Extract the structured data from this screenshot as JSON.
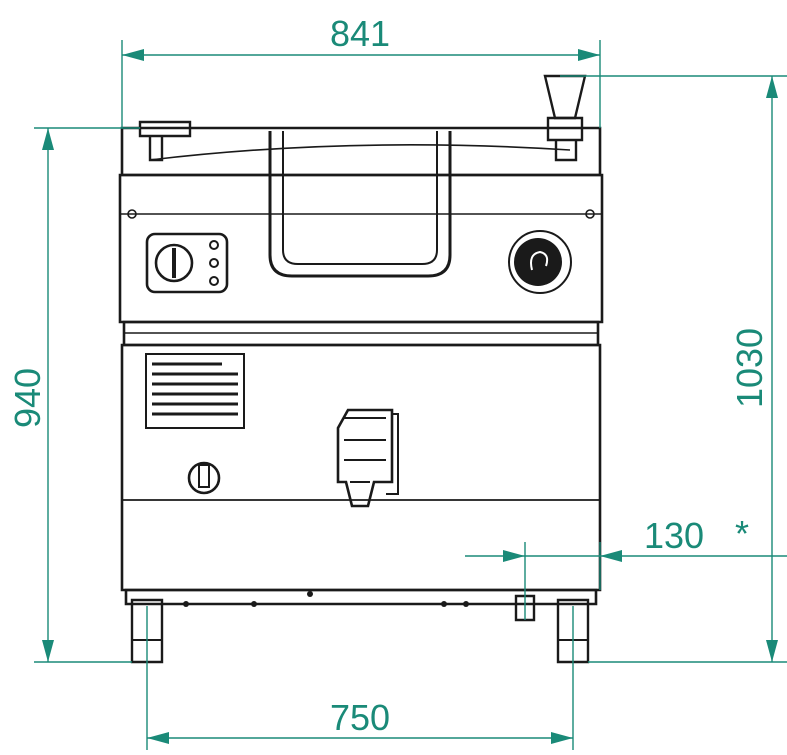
{
  "dimensions": {
    "total_width": "841",
    "total_height": "1030",
    "body_height": "940",
    "leg_spacing": "750",
    "outlet_offset": "130",
    "outlet_note": "*"
  },
  "colors": {
    "dimension": "#1a8a78",
    "outline": "#1a1a1a",
    "background": "#ffffff"
  }
}
